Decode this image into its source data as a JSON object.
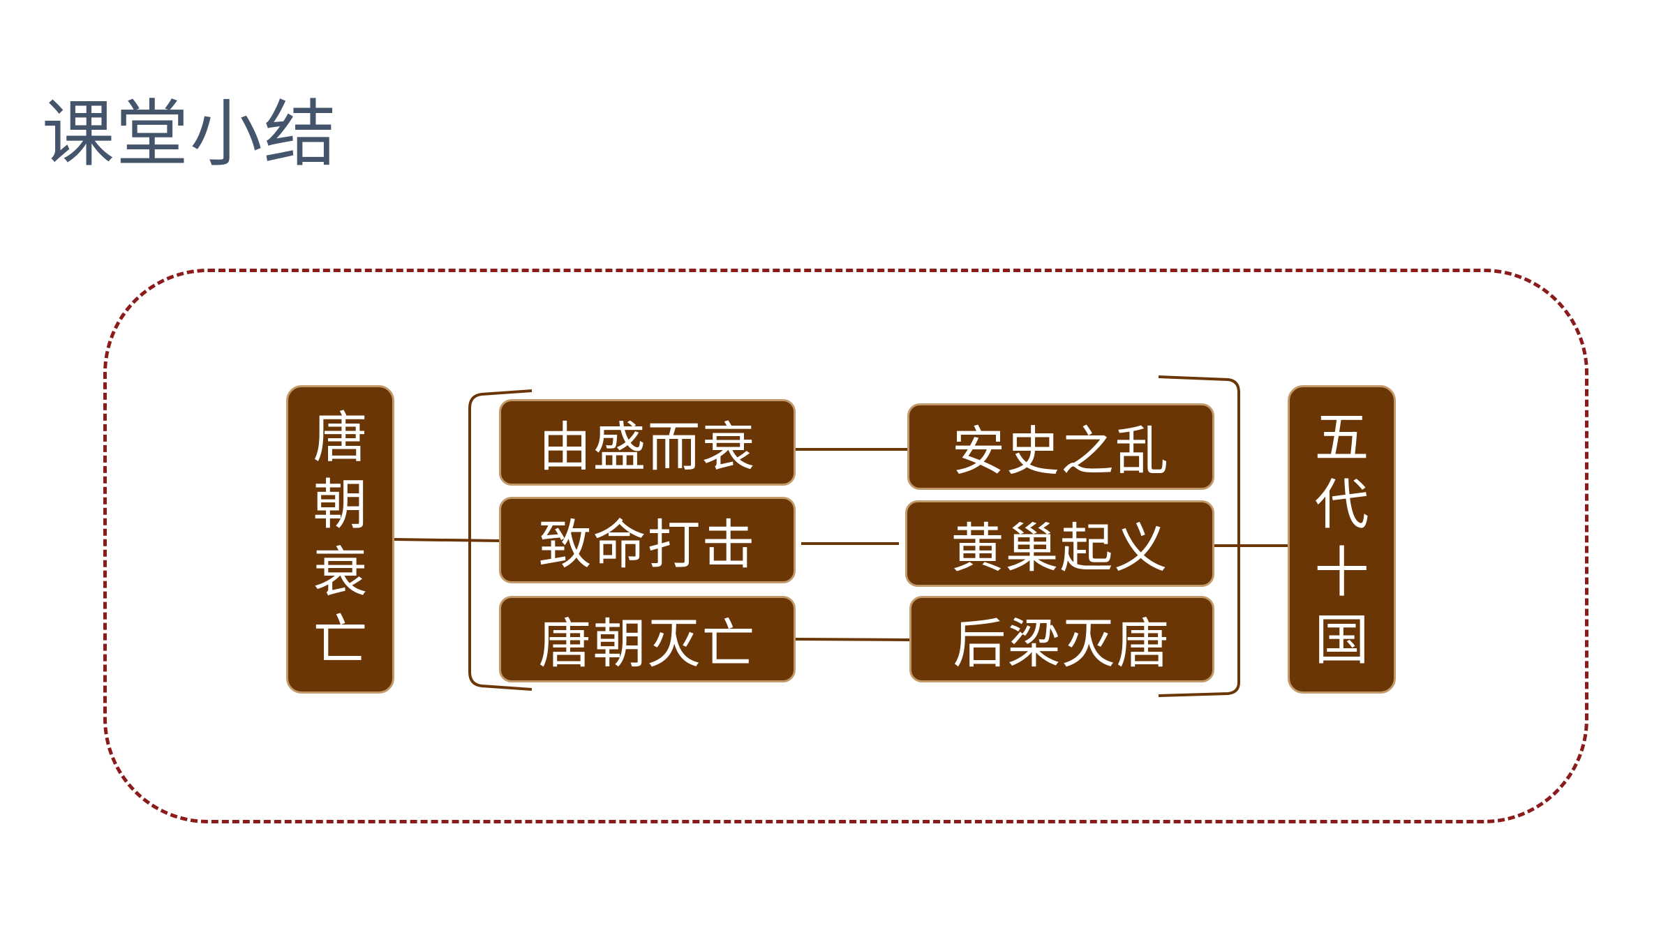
{
  "title": "课堂小结",
  "left_box": [
    "唐",
    "朝",
    "衰",
    "亡"
  ],
  "right_box": [
    "五",
    "代",
    "十",
    "国"
  ],
  "stages": [
    "由盛而衰",
    "致命打击",
    "唐朝灭亡"
  ],
  "events": [
    "安史之乱",
    "黄巢起义",
    "后梁灭唐"
  ],
  "colors": {
    "box_fill": "#6b3606",
    "box_border": "#c29a6a",
    "line": "#6b3606",
    "frame": "#8b1a1a",
    "title": "#44546a"
  }
}
